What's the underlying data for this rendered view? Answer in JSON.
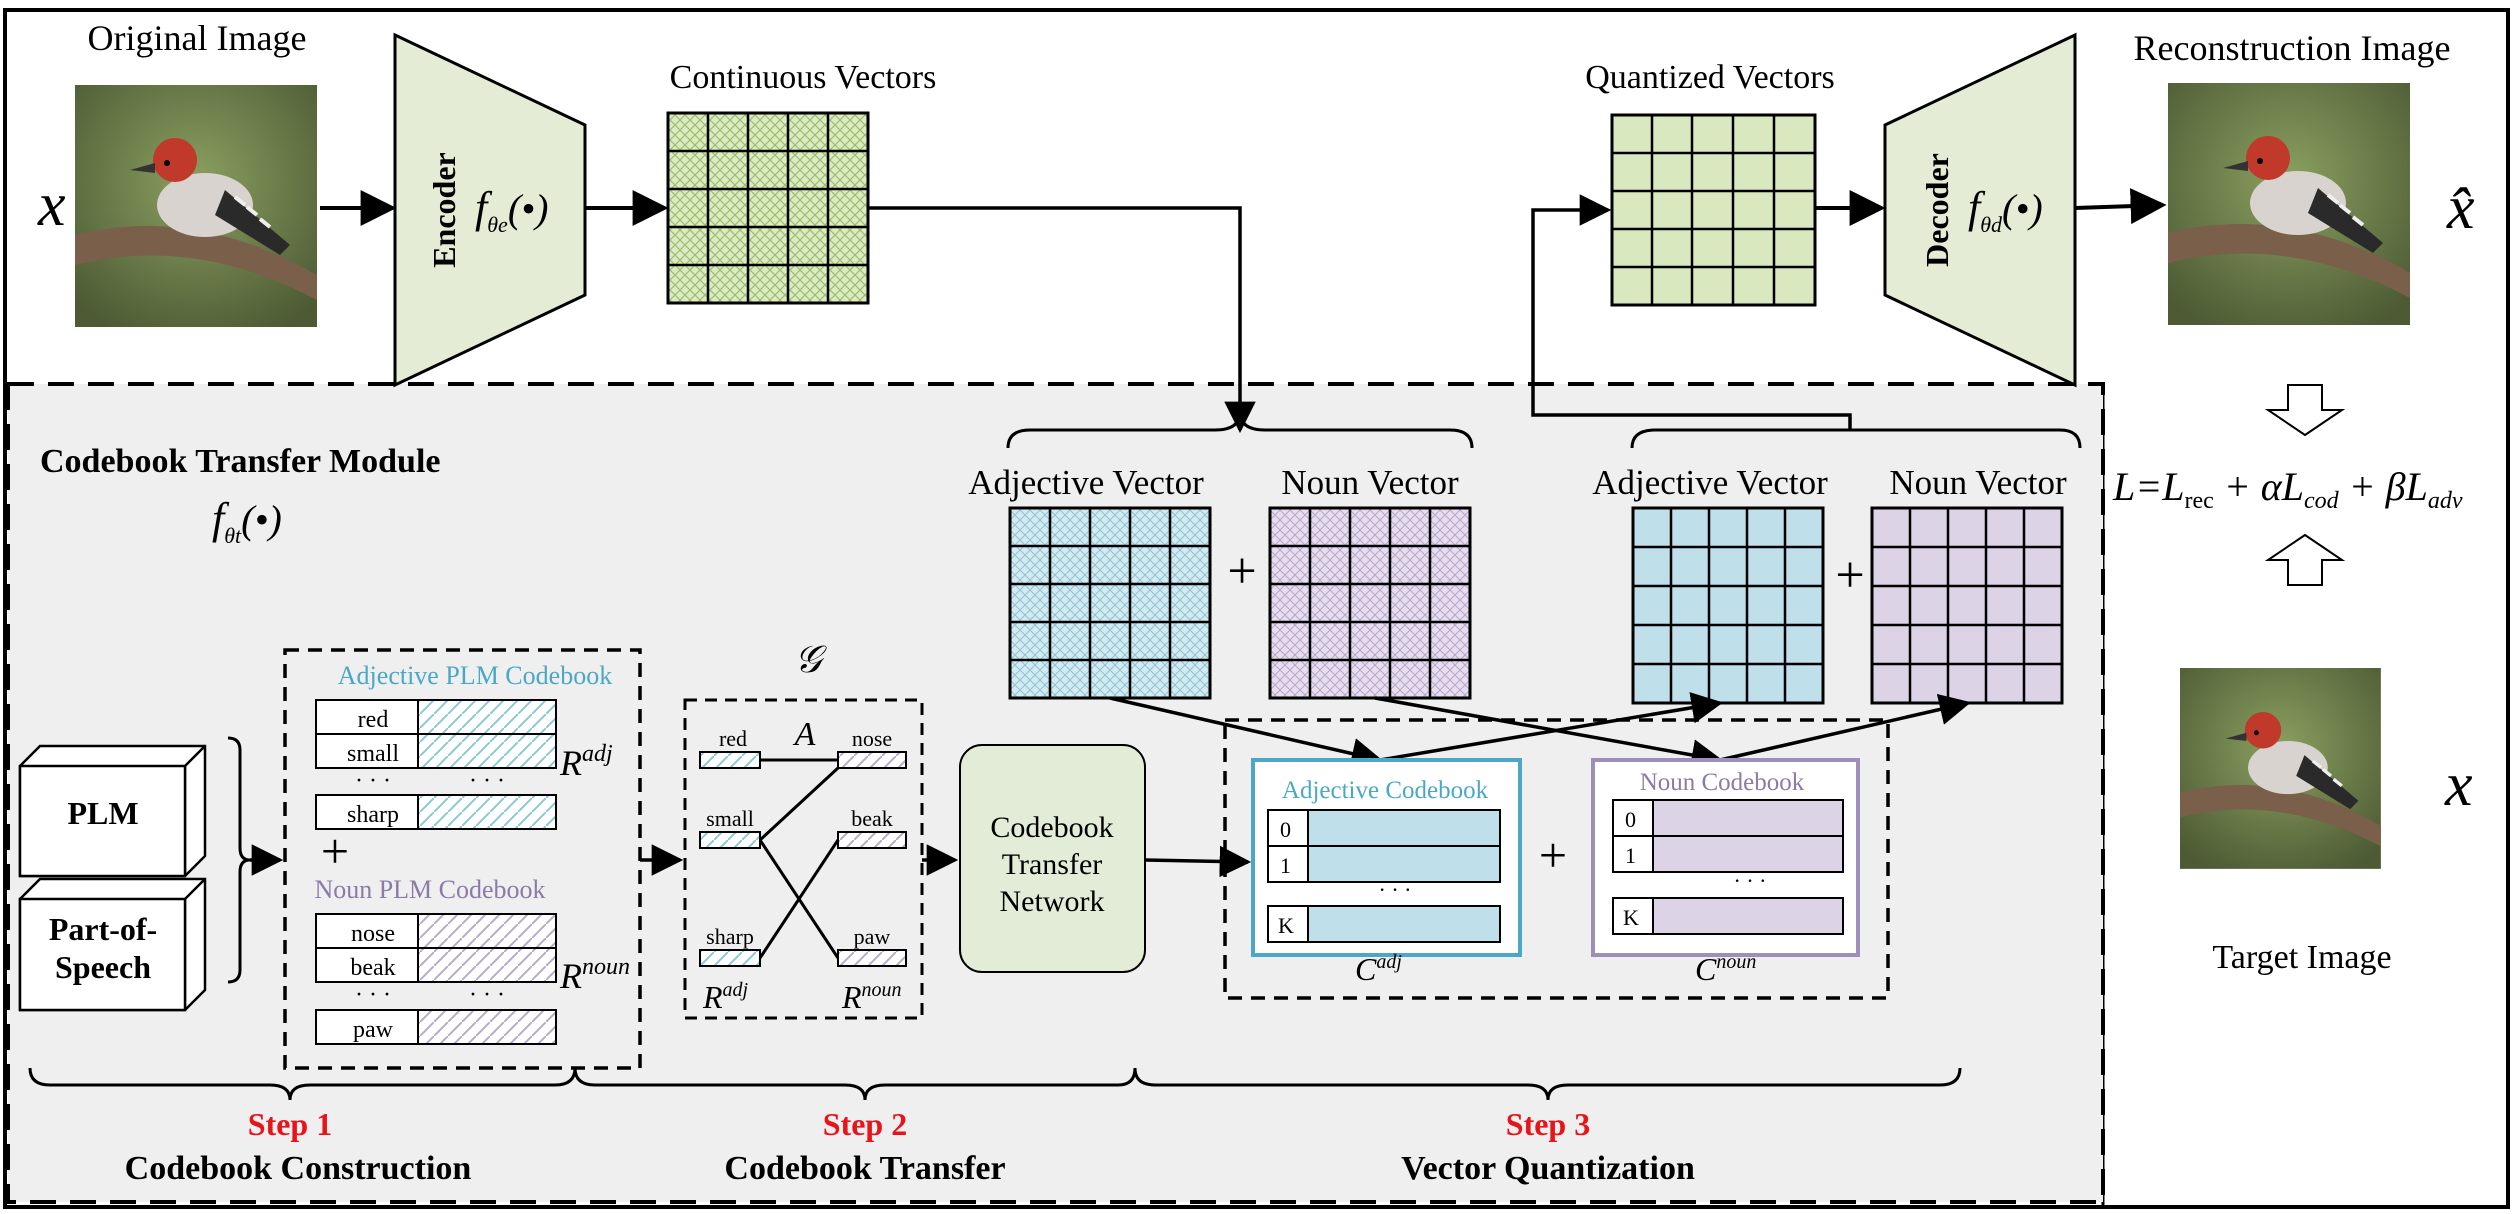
{
  "top": {
    "original_image_label": "Original Image",
    "input_symbol": "x",
    "encoder_label": "Encoder",
    "encoder_fn": "f",
    "encoder_sub": "θe",
    "encoder_arg": "(•)",
    "continuous_label": "Continuous Vectors",
    "quantized_label": "Quantized Vectors",
    "decoder_label": "Decoder",
    "decoder_fn": "f",
    "decoder_sub": "θd",
    "decoder_arg": "(•)",
    "recon_label": "Reconstruction Image",
    "output_symbol": "x̂"
  },
  "loss": {
    "text": "L=L",
    "rec": "rec",
    "plus_alpha": " + αL",
    "cod": "cod",
    "plus_beta": " + βL",
    "adv": "adv"
  },
  "target": {
    "label": "Target Image",
    "symbol": "x"
  },
  "module": {
    "title": "Codebook Transfer Module",
    "fn": "f",
    "fn_sub": "θt",
    "fn_arg": "(•)"
  },
  "vectors": {
    "adj_label_1": "Adjective Vector",
    "noun_label_1": "Noun Vector",
    "adj_label_2": "Adjective Vector",
    "noun_label_2": "Noun Vector",
    "plus": "+"
  },
  "inputs": {
    "plm": "PLM",
    "pos_line1": "Part-of-",
    "pos_line2": "Speech"
  },
  "plm_codebook": {
    "adj_title": "Adjective PLM Codebook",
    "adj_words": [
      "red",
      "small",
      "· · ·",
      "sharp"
    ],
    "noun_title": "Noun PLM Codebook",
    "noun_words": [
      "nose",
      "beak",
      "· · ·",
      "paw"
    ],
    "dots": "· · ·",
    "r_adj": "R",
    "r_adj_sup": "adj",
    "r_noun": "R",
    "r_noun_sup": "noun",
    "plus": "+"
  },
  "graph": {
    "symbol": "𝒢",
    "a_label": "A",
    "left_words": [
      "red",
      "small",
      "sharp"
    ],
    "right_words": [
      "nose",
      "beak",
      "paw"
    ],
    "r_adj": "R",
    "r_adj_sup": "adj",
    "r_noun": "R",
    "r_noun_sup": "noun"
  },
  "network": {
    "line1": "Codebook",
    "line2": "Transfer",
    "line3": "Network"
  },
  "codebooks": {
    "adj_title": "Adjective Codebook",
    "noun_title": "Noun Codebook",
    "indices": [
      "0",
      "1",
      "K"
    ],
    "dots": "· · ·",
    "c_adj": "C",
    "c_adj_sup": "adj",
    "c_noun": "C",
    "c_noun_sup": "noun",
    "plus": "+"
  },
  "steps": [
    {
      "step": "Step 1",
      "name": "Codebook Construction"
    },
    {
      "step": "Step 2",
      "name": "Codebook Transfer"
    },
    {
      "step": "Step 3",
      "name": "Vector Quantization"
    }
  ],
  "colors": {
    "module_bg": "#efefef",
    "trapezoid_fill": "#e4ecd6",
    "grid_green": "#d9e8bf",
    "grid_blue": "#bfe0ea",
    "grid_purple": "#ddd3e6",
    "adj_cyan": "#4aa8c6",
    "noun_purple": "#8c7aa8",
    "step_red": "#e8141a",
    "network_fill": "#e2ecd6"
  }
}
